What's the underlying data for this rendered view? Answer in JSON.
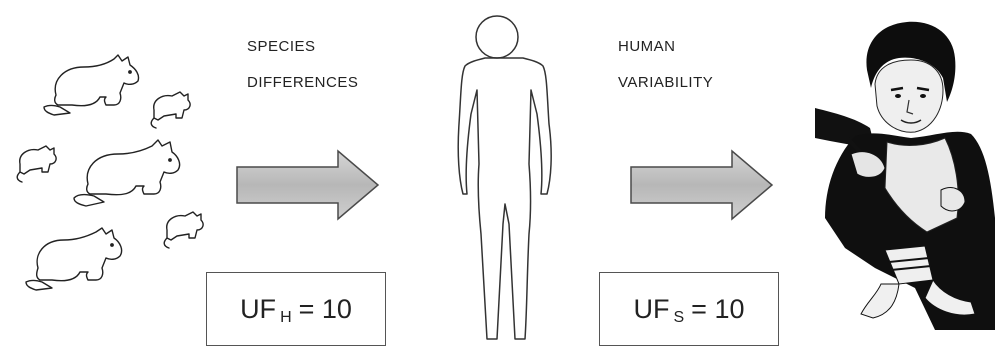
{
  "stage_left": {
    "title_line1": "SPECIES",
    "title_line2": "DIFFERENCES",
    "factor": {
      "prefix": "UF",
      "subscript": "H",
      "equals": "= 10"
    }
  },
  "stage_right": {
    "title_line1": "HUMAN",
    "title_line2": "VARIABILITY",
    "factor": {
      "prefix": "UF",
      "subscript": "S",
      "equals": "= 10"
    }
  },
  "icons": {
    "left_group": "rabbit-and-rat-icons",
    "middle": "human-outline-icon",
    "right": "child-photo"
  },
  "colors": {
    "arrow_fill": "#bdbdbd",
    "arrow_stroke": "#4a4a4a",
    "line": "#222222"
  }
}
